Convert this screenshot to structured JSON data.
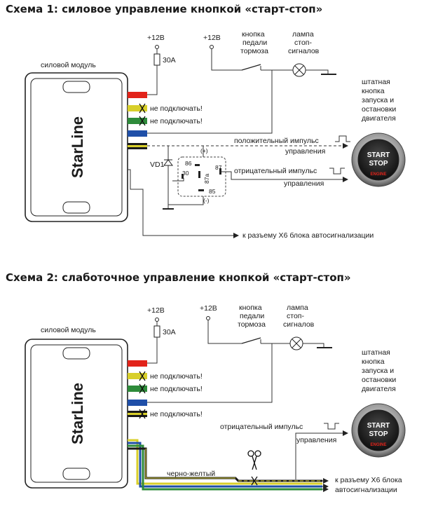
{
  "scheme1": {
    "title": "Схема 1:  силовое  управление кнопкой «старт-стоп»",
    "module_label": "силовой модуль",
    "brand": "StarLine",
    "plus12_a": "+12В",
    "fuse": "30А",
    "plus12_b": "+12В",
    "brake_button": [
      "кнопка",
      "педали",
      "тормоза"
    ],
    "brake_lamp": [
      "лампа",
      "стоп-",
      "сигналов"
    ],
    "engine_button": [
      "штатная",
      "кнопка",
      "запуска и",
      "остановки",
      "двигателя"
    ],
    "not_connect_1": "не подключать!",
    "not_connect_2": "не подключать!",
    "positive_pulse": [
      "положительный импульс",
      "управления"
    ],
    "negative_pulse": [
      "отрицательный импульс",
      "управления"
    ],
    "diode": "VD1",
    "relay_pins": {
      "p86": "86",
      "p30": "30",
      "p87": "87",
      "p87a": "87a",
      "p85": "85",
      "plus": "(+)",
      "minus": "(-)"
    },
    "x6": "к разъему Х6 блока автосигнализации"
  },
  "scheme2": {
    "title": "Схема 2:  слаботочное управление кнопкой «старт-стоп»",
    "module_label": "силовой модуль",
    "brand": "StarLine",
    "plus12_a": "+12В",
    "fuse": "30А",
    "plus12_b": "+12В",
    "brake_button": [
      "кнопка",
      "педали",
      "тормоза"
    ],
    "brake_lamp": [
      "лампа",
      "стоп-",
      "сигналов"
    ],
    "engine_button": [
      "штатная",
      "кнопка",
      "запуска и",
      "остановки",
      "двигателя"
    ],
    "not_connect_1": "не подключать!",
    "not_connect_2": "не подключать!",
    "not_connect_3": "не подключать!",
    "negative_pulse": [
      "отрицательный импульс",
      "управления"
    ],
    "wire_label": "черно-желтый",
    "x6": [
      "к разъему Х6 блока",
      "автосигнализации"
    ]
  },
  "button": {
    "line1": "START",
    "line2": "STOP",
    "line3": "ENGINE"
  },
  "colors": {
    "red": "#e2231a",
    "yellow": "#d8cf2a",
    "green": "#2e8b3a",
    "blue": "#1f4fa8",
    "black": "#1a1a1a"
  }
}
